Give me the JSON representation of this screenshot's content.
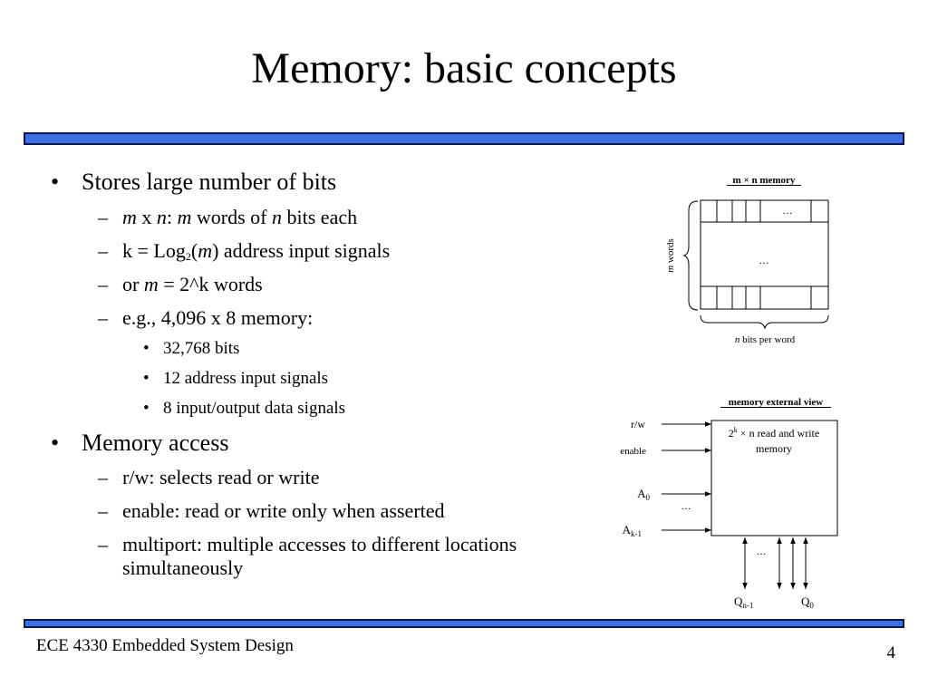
{
  "slide": {
    "title": "Memory: basic concepts",
    "footer": "ECE 4330 Embedded System Design",
    "page_number": "4"
  },
  "bullets": {
    "b1": {
      "marker": "•",
      "text": "Stores large number of bits"
    },
    "s1": {
      "marker": "–",
      "m1": "m",
      "x": " x ",
      "n1": "n",
      "colon": ": ",
      "m2": "m",
      "mid": " words of ",
      "n2": "n",
      "end": " bits each"
    },
    "s2": {
      "marker": "–",
      "pre": "k = Log",
      "sub": "2",
      "open": "(",
      "m": "m",
      "post": ") address input signals"
    },
    "s3": {
      "marker": "–",
      "pre": "or ",
      "m": "m",
      "post": " = 2^k words"
    },
    "s4": {
      "marker": "–",
      "text": "e.g., 4,096 x 8 memory:"
    },
    "t1": {
      "marker": "•",
      "text": "32,768 bits"
    },
    "t2": {
      "marker": "•",
      "text": "12 address input signals"
    },
    "t3": {
      "marker": "•",
      "text": "8 input/output data signals"
    },
    "b2": {
      "marker": "•",
      "text": "Memory access"
    },
    "s5": {
      "marker": "–",
      "text": "r/w: selects read or write"
    },
    "s6": {
      "marker": "–",
      "text": "enable: read or write only when asserted"
    },
    "s7": {
      "marker": "–",
      "line1": "multiport: multiple accesses to different locations",
      "line2": "simultaneously"
    }
  },
  "diagram1": {
    "title": "m ×  n memory",
    "ellipsis": "…",
    "words_italic": "m",
    "words_rest": " words",
    "bits_italic": "n",
    "bits_rest": " bits per word"
  },
  "diagram2": {
    "title": "memory external view",
    "box_two": "2",
    "box_k": "k",
    "box_rest": " × n read and write",
    "box_line2": "memory",
    "rw": "r/w",
    "enable": "enable",
    "a": "A",
    "a0_sub": "0",
    "ak_sub": "k-1",
    "q": "Q",
    "qn_sub": "n-1",
    "q0_sub": "0",
    "ellipsis": "…"
  },
  "colors": {
    "bar_fill": "#3f6fe0",
    "bar_border": "#0b1850"
  }
}
